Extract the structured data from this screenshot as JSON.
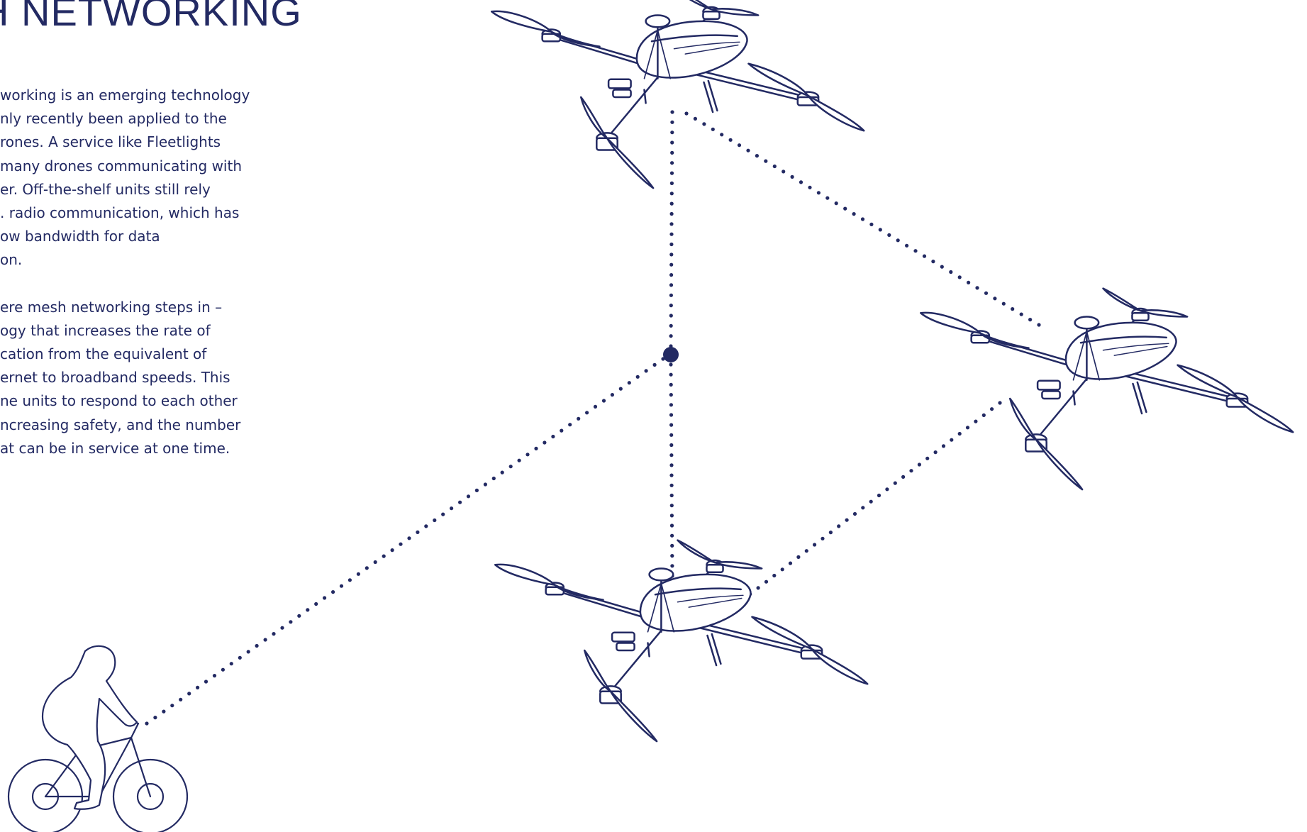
{
  "title": "H NETWORKING",
  "paragraphs": [
    {
      "lines": [
        "working is an emerging technology",
        "nly recently been applied to the",
        "rones. A service like Fleetlights",
        "many drones communicating with",
        "er. Off-the-shelf units still rely",
        ". radio communication, which has",
        "ow bandwidth for data",
        "on."
      ]
    },
    {
      "lines": [
        "ere mesh networking steps in –",
        "ogy that increases the rate of",
        "cation from the equivalent of",
        "ernet to broadband speeds. This",
        "ne units to respond to each other",
        "ncreasing safety, and the number",
        "at can be in service at one time."
      ]
    }
  ],
  "colors": {
    "ink": "#232a63",
    "background": "#ffffff"
  },
  "diagram": {
    "nodes": [
      {
        "name": "drone-top",
        "icon": "drone-icon"
      },
      {
        "name": "drone-right",
        "icon": "drone-icon"
      },
      {
        "name": "drone-bottom",
        "icon": "drone-icon"
      },
      {
        "name": "cyclist",
        "icon": "cyclist-icon"
      },
      {
        "name": "hub",
        "icon": "hub-dot"
      }
    ],
    "links": [
      {
        "from": "drone-top",
        "to": "drone-right",
        "style": "dotted"
      },
      {
        "from": "drone-top",
        "to": "hub",
        "style": "dotted"
      },
      {
        "from": "hub",
        "to": "drone-bottom",
        "style": "dotted"
      },
      {
        "from": "drone-bottom",
        "to": "drone-right",
        "style": "dotted"
      },
      {
        "from": "cyclist",
        "to": "hub",
        "style": "dotted"
      }
    ]
  }
}
